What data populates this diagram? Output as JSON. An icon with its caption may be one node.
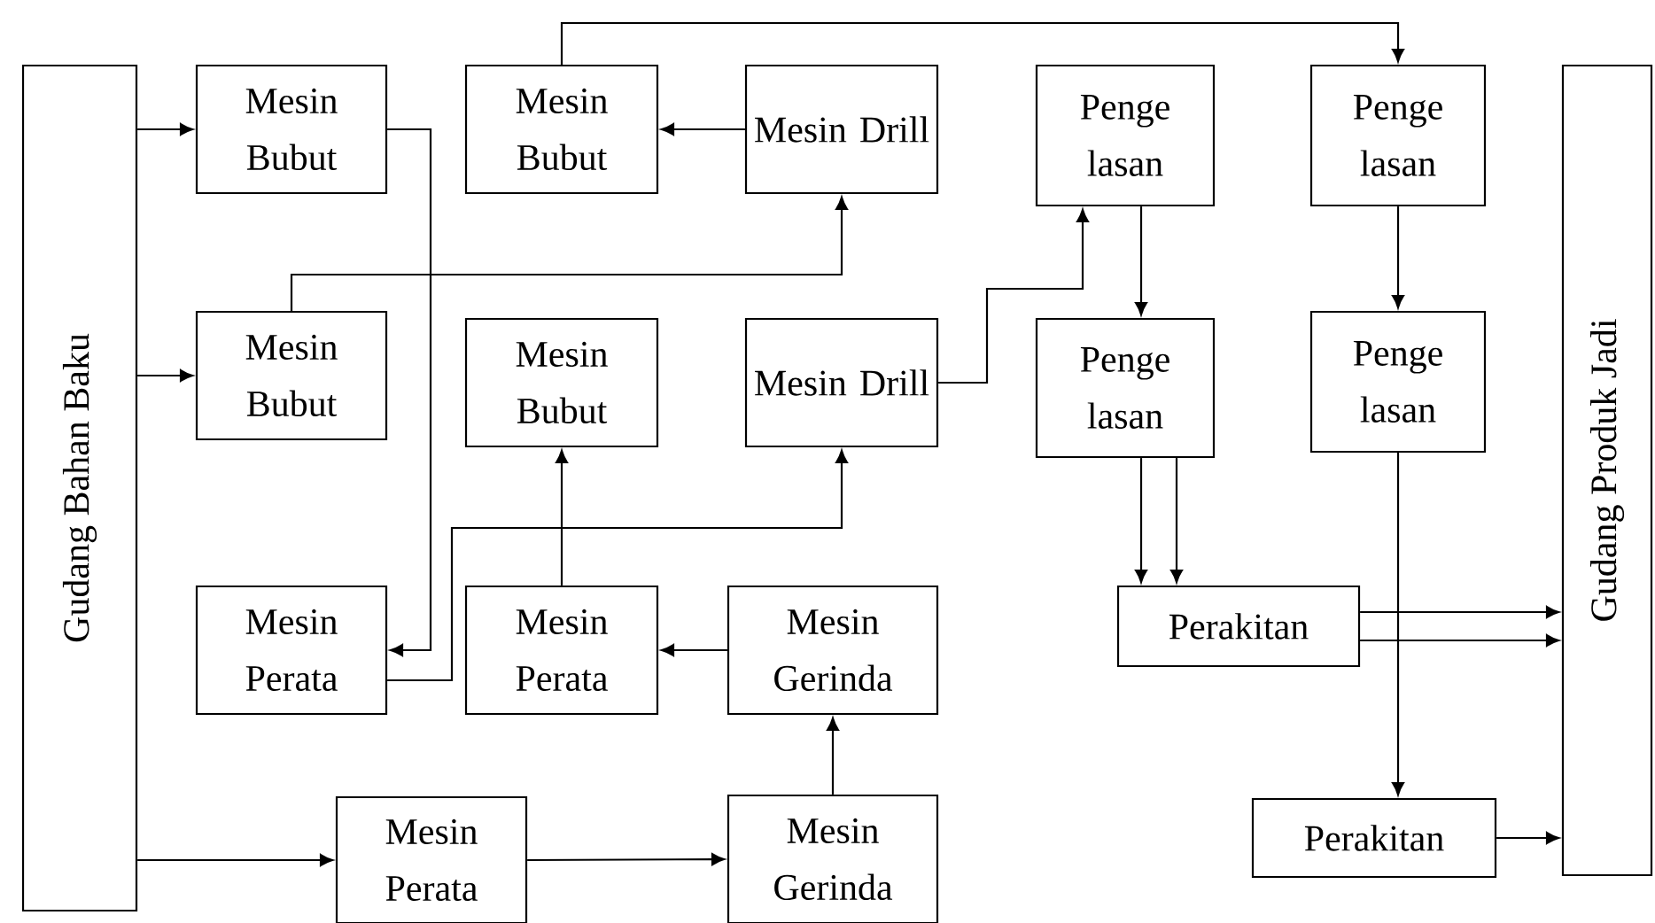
{
  "diagram": {
    "nodes": [
      {
        "text": [
          "Gudang Bahan Baku"
        ]
      },
      {
        "text": [
          "Mesin Bubut"
        ]
      },
      {
        "text": [
          "Mesin Bubut"
        ]
      },
      {
        "text": [
          "Mesin Drill"
        ]
      },
      {
        "text": [
          "Penge lasan"
        ]
      },
      {
        "text": [
          "Penge lasan"
        ]
      },
      {
        "text": [
          "Gudang Produk Jadi"
        ]
      },
      {
        "text": [
          "Mesin Bubut"
        ]
      },
      {
        "text": [
          "Mesin Bubut"
        ]
      },
      {
        "text": [
          "Mesin Drill"
        ]
      },
      {
        "text": [
          "Penge lasan"
        ]
      },
      {
        "text": [
          "Penge lasan"
        ]
      },
      {
        "text": [
          "Mesin Perata"
        ]
      },
      {
        "text": [
          "Mesin Perata"
        ]
      },
      {
        "text": [
          "Mesin Gerinda"
        ]
      },
      {
        "text": [
          "Perakitan"
        ]
      },
      {
        "text": [
          "Mesin Perata"
        ]
      },
      {
        "text": [
          "Mesin Gerinda"
        ]
      },
      {
        "text": [
          "Perakitan"
        ]
      }
    ],
    "edges": [
      {
        "from": 0,
        "to": 1,
        "arrow": "to"
      },
      {
        "from": 0,
        "to": 7,
        "arrow": "to"
      },
      {
        "from": 0,
        "to": 16,
        "arrow": "to"
      },
      {
        "from": 1,
        "to": 12,
        "arrow": "to"
      },
      {
        "from": 7,
        "to": 3,
        "arrow": "to"
      },
      {
        "from": 3,
        "to": 2,
        "arrow": "to"
      },
      {
        "from": 2,
        "to": 5,
        "arrow": "to"
      },
      {
        "from": 12,
        "to": 9,
        "arrow": "to"
      },
      {
        "from": 13,
        "to": 8,
        "arrow": "to"
      },
      {
        "from": 14,
        "to": 13,
        "arrow": "to"
      },
      {
        "from": 16,
        "to": 17,
        "arrow": "to"
      },
      {
        "from": 17,
        "to": 14,
        "arrow": "to"
      },
      {
        "from": 9,
        "to": 4,
        "arrow": "to"
      },
      {
        "from": 4,
        "to": 10,
        "arrow": "to"
      },
      {
        "from": 10,
        "to": 15,
        "arrow": "to"
      },
      {
        "from": 10,
        "to": 15,
        "arrow": "to"
      },
      {
        "from": 15,
        "to": 6,
        "arrow": "to"
      },
      {
        "from": 15,
        "to": 6,
        "arrow": "to"
      },
      {
        "from": 5,
        "to": 11,
        "arrow": "to"
      },
      {
        "from": 11,
        "to": 18,
        "arrow": "to"
      },
      {
        "from": 18,
        "to": 6,
        "arrow": "to"
      }
    ]
  }
}
